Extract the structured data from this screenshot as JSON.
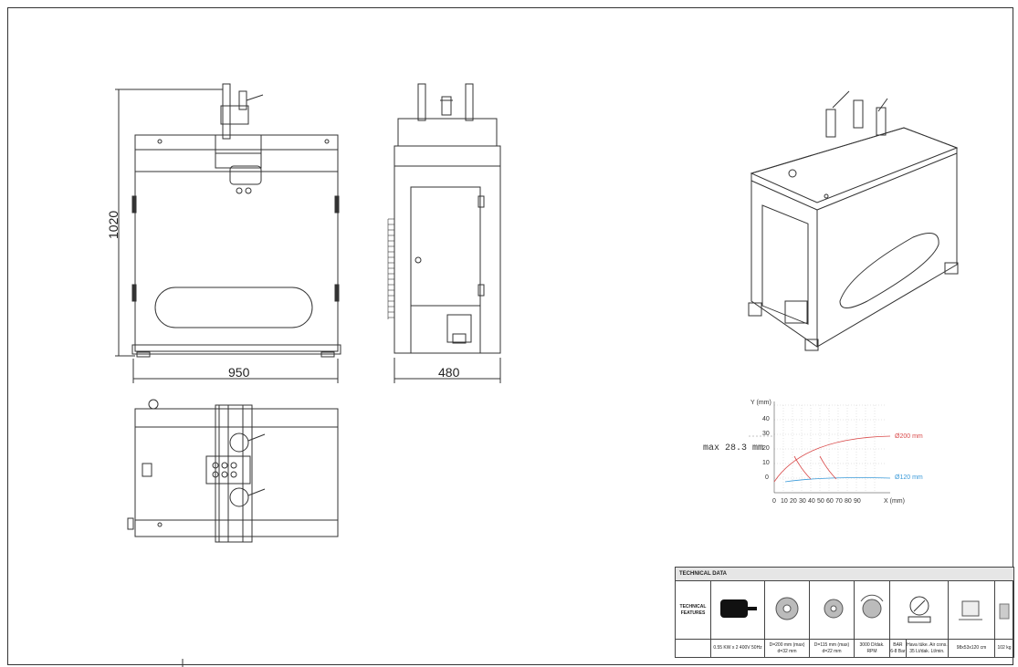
{
  "drawing": {
    "dim_height": "1020",
    "dim_width_front": "950",
    "dim_width_side": "480"
  },
  "cut_chart": {
    "y_label": "Y (mm)",
    "x_label": "X (mm)",
    "y_ticks": [
      "40",
      "30",
      "20",
      "10",
      "0"
    ],
    "x_ticks": [
      "0",
      "10",
      "20",
      "30",
      "40",
      "50",
      "60",
      "70",
      "80",
      "90"
    ],
    "max_label": "max  28.3 mm",
    "curve_labels": [
      "Ø200 mm",
      "Ø120 mm"
    ],
    "colors": {
      "d200": "#d94a4a",
      "d120": "#3a9ad9"
    }
  },
  "technical": {
    "title": "TECHNICAL DATA",
    "row_label": "TECHNICAL FEATURES",
    "bar_label": "BAR",
    "air_label": "Hava tüke. Air cons.",
    "values": [
      "0.55 KW x 2 400V 50Hz",
      "D=200 mm (max) d=32 mm",
      "D=115 mm (max) d=22 mm",
      "3000 D/dak. RPM",
      "6-8 Bar",
      "35 Lt/dak. Lt/min.",
      "98x53x120 cm",
      "102 kg"
    ],
    "icons": [
      "motor-icon",
      "saw-blade-icon",
      "saw-blade-small-icon",
      "rpm-icon",
      "pressure-gauge-icon",
      "dimensions-icon",
      "weight-icon"
    ]
  }
}
